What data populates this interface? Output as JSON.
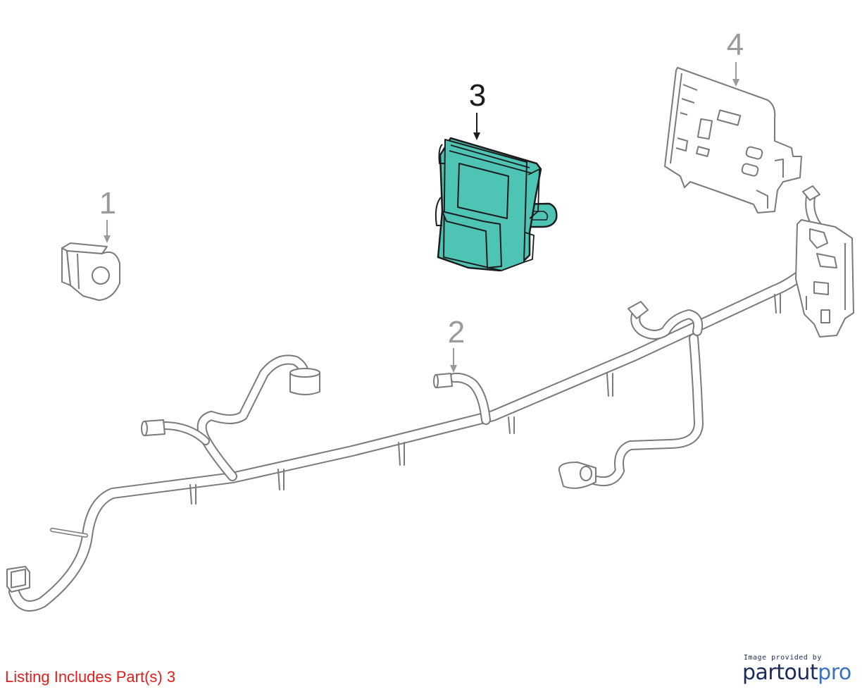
{
  "callouts": {
    "part1": "1",
    "part2": "2",
    "part3": "3",
    "part4": "4"
  },
  "listing_text": "Listing Includes Part(s) 3",
  "logo": {
    "tagline": "Image provided by",
    "word_start": "partout",
    "word_end": "pro"
  },
  "colors": {
    "highlight_fill": "#4ec4b4",
    "outline": "#8a8a8a",
    "callout_gray": "#9a9a9a",
    "listing_red": "#e01f1f",
    "logo_navy": "#1a2a5c",
    "logo_blue": "#3b72c4"
  }
}
